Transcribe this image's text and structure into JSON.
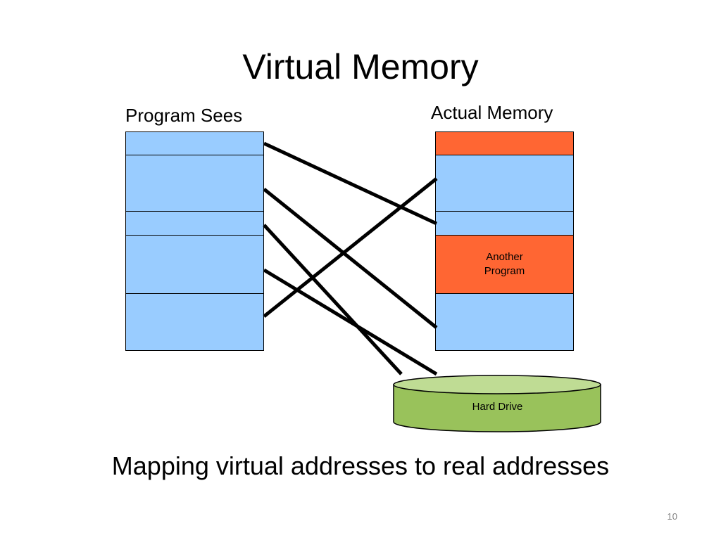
{
  "slide": {
    "title": "Virtual Memory",
    "caption": "Mapping virtual addresses to real addresses",
    "page_number": "10"
  },
  "diagram": {
    "program_sees": {
      "label": "Program Sees"
    },
    "actual_memory": {
      "label": "Actual Memory",
      "another_program_line1": "Another",
      "another_program_line2": "Program"
    },
    "hard_drive": {
      "label": "Hard Drive"
    },
    "colors": {
      "program_block": "#99ccff",
      "other_program_block": "#ff6633",
      "hard_drive": "#99c25b",
      "hard_drive_top": "#bfdc94",
      "mapping_line": "#000000"
    }
  }
}
